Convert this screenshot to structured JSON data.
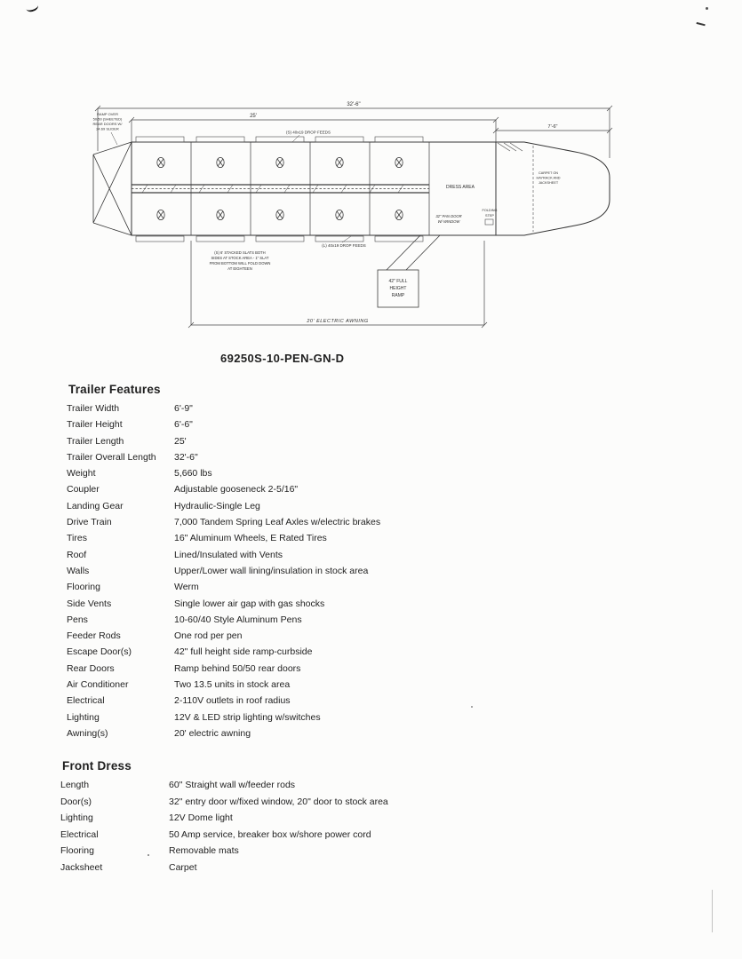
{
  "page": {
    "title": "69250S-10-PEN-GN-D"
  },
  "diagram": {
    "dimensions": {
      "overall": "32'-6\"",
      "stock_length": "25'",
      "gooseneck": "7'-6\""
    },
    "labels": {
      "ramp_note_lines": [
        "RAMP OVER",
        "50/50 (SHEETED)",
        "REAR DOORS W/",
        "24.69 SLIDER"
      ],
      "top_feed": "(S) 40x19 DROP FEEDS",
      "bottom_feed": "(L) 40x19 DROP FEEDS",
      "dress_area": "DRESS AREA",
      "pan_door_lines": [
        "32\" PAN DOOR",
        "W/ WINDOW"
      ],
      "folding_step_lines": [
        "FOLDING",
        "STEP"
      ],
      "side_ramp_lines": [
        "42\" FULL",
        "HEIGHT",
        "RAMP"
      ],
      "awning": "20' ELECTRIC AWNING",
      "slats_note_lines": [
        "(S) 6' STACKED SLATS BOTH",
        "SIDES AT STOCK AREA - 1\" SLAT",
        "FROM BOTTOM WILL FOLD DOWN",
        "AT EIGHTEEN"
      ],
      "gooseneck_note_lines": [
        "CARPET ON",
        "HAYRACK AND",
        "JACKSHEET"
      ]
    }
  },
  "trailer_features": {
    "heading": "Trailer Features",
    "rows": [
      {
        "label": "Trailer Width",
        "value": "6'-9\""
      },
      {
        "label": "Trailer Height",
        "value": "6'-6\""
      },
      {
        "label": "Trailer Length",
        "value": "25'"
      },
      {
        "label": "Trailer Overall Length",
        "value": "32'-6\""
      },
      {
        "label": "Weight",
        "value": "5,660 lbs"
      },
      {
        "label": "Coupler",
        "value": "Adjustable gooseneck 2-5/16\""
      },
      {
        "label": "Landing Gear",
        "value": "Hydraulic-Single Leg"
      },
      {
        "label": "Drive Train",
        "value": "7,000 Tandem Spring Leaf Axles w/electric brakes"
      },
      {
        "label": "Tires",
        "value": "16\" Aluminum Wheels, E Rated Tires"
      },
      {
        "label": "Roof",
        "value": "Lined/Insulated with Vents"
      },
      {
        "label": "Walls",
        "value": "Upper/Lower wall lining/insulation in stock area"
      },
      {
        "label": "Flooring",
        "value": "Werm"
      },
      {
        "label": "Side Vents",
        "value": "Single lower air gap with gas shocks"
      },
      {
        "label": "Pens",
        "value": "10-60/40 Style Aluminum Pens"
      },
      {
        "label": "Feeder Rods",
        "value": "One rod per pen"
      },
      {
        "label": "Escape Door(s)",
        "value": "42\" full height side ramp-curbside"
      },
      {
        "label": "Rear Doors",
        "value": "Ramp behind 50/50 rear doors"
      },
      {
        "label": "Air Conditioner",
        "value": "Two 13.5 units in stock area"
      },
      {
        "label": "Electrical",
        "value": "2-110V outlets in roof radius"
      },
      {
        "label": "Lighting",
        "value": "12V & LED strip lighting w/switches"
      },
      {
        "label": "Awning(s)",
        "value": "20' electric awning"
      }
    ]
  },
  "front_dress": {
    "heading": "Front Dress",
    "rows": [
      {
        "label": "Length",
        "value": "60\" Straight wall w/feeder rods"
      },
      {
        "label": "Door(s)",
        "value": "32\" entry door w/fixed window, 20\" door to stock area"
      },
      {
        "label": "Lighting",
        "value": "12V Dome light"
      },
      {
        "label": "Electrical",
        "value": "50 Amp service, breaker box w/shore power cord"
      },
      {
        "label": "Flooring",
        "value": "Removable  mats"
      },
      {
        "label": "Jacksheet",
        "value": "Carpet"
      }
    ]
  }
}
